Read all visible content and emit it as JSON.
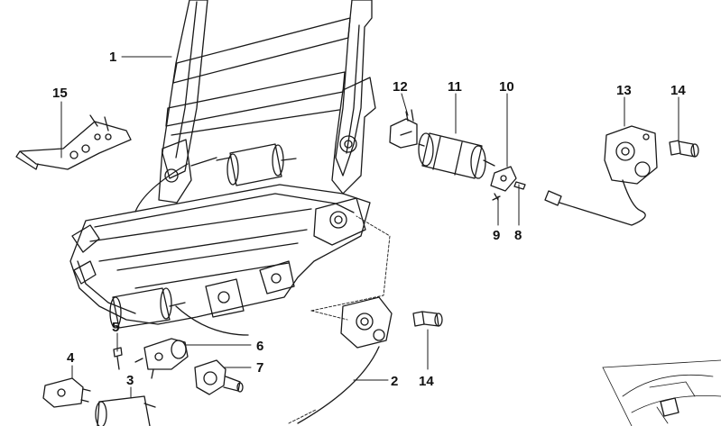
{
  "diagram": {
    "type": "exploded-parts-diagram",
    "line_color": "#1a1a1a",
    "callouts": [
      {
        "id": "c1",
        "label": "1"
      },
      {
        "id": "c2",
        "label": "2"
      },
      {
        "id": "c3",
        "label": "3"
      },
      {
        "id": "c4",
        "label": "4"
      },
      {
        "id": "c5",
        "label": "5"
      },
      {
        "id": "c6",
        "label": "6"
      },
      {
        "id": "c7",
        "label": "7"
      },
      {
        "id": "c8",
        "label": "8"
      },
      {
        "id": "c9",
        "label": "9"
      },
      {
        "id": "c10",
        "label": "10"
      },
      {
        "id": "c11",
        "label": "11"
      },
      {
        "id": "c12",
        "label": "12"
      },
      {
        "id": "c13",
        "label": "13"
      },
      {
        "id": "c14a",
        "label": "14"
      },
      {
        "id": "c14b",
        "label": "14"
      },
      {
        "id": "c15",
        "label": "15"
      }
    ]
  }
}
